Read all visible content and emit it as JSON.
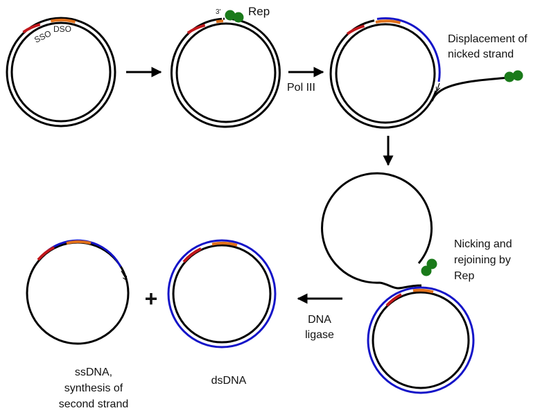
{
  "labels": {
    "sso": "SSO",
    "dso": "DSO",
    "three_prime": "3'",
    "rep": "Rep",
    "pol_iii": "Pol III",
    "displacement_line1": "Displacement of",
    "displacement_line2": "nicked strand",
    "nicking_line1": "Nicking and",
    "nicking_line2": "rejoining by",
    "nicking_line3": "Rep",
    "dna_ligase_line1": "DNA",
    "dna_ligase_line2": "ligase",
    "plus": "+",
    "ssdna_line1": "ssDNA,",
    "ssdna_line2": "synthesis of",
    "ssdna_line3": "second strand",
    "dsdna": "dsDNA"
  },
  "colors": {
    "dna_strand": "#000000",
    "sso_region": "#c0171b",
    "dso_region": "#e0701a",
    "new_strand": "#1414c8",
    "rep_protein": "#1a7a1a"
  }
}
